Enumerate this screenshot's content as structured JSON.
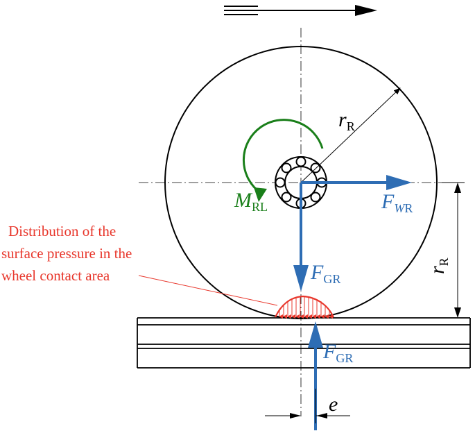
{
  "annotation": {
    "lines": [
      "Distribution of the",
      "surface pressure in the",
      "wheel contact area"
    ]
  },
  "labels": {
    "radius_diag": {
      "main": "r",
      "sub": "R"
    },
    "radius_vert": {
      "main": "r",
      "sub": "R"
    },
    "moment": {
      "main": "M",
      "sub": "RL"
    },
    "force_wr": {
      "main": "F",
      "sub_italic": "W",
      "sub": "R"
    },
    "force_gr_top": {
      "main": "F",
      "sub": "GR"
    },
    "force_gr_bottom": {
      "main": "F",
      "sub": "GR"
    },
    "offset": {
      "main": "e"
    }
  },
  "colors": {
    "force_blue": "#2e6db4",
    "moment_green": "#1a7f1a",
    "pressure_red": "#e8372c",
    "line_black": "#000000"
  }
}
